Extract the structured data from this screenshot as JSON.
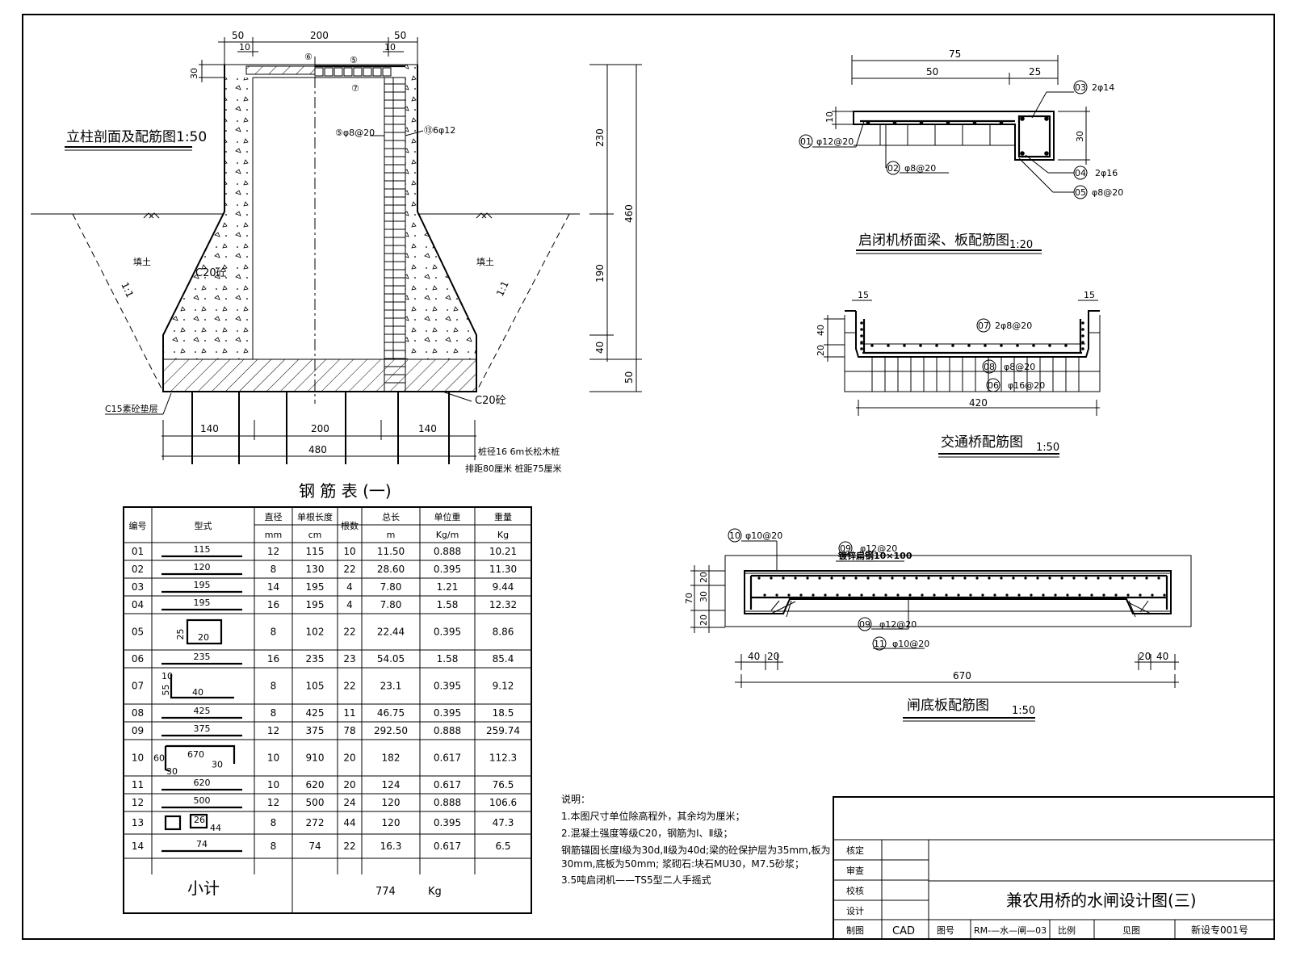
{
  "column_section": {
    "title": "立柱剖面及配筋图1:50",
    "dims_top": [
      "50",
      "200",
      "50"
    ],
    "dims_small": [
      "10",
      "10"
    ],
    "dim_30": "30",
    "rebar_labels": [
      "⑥",
      "⑤",
      "⑦",
      "⑤φ8@20",
      "⑬6φ12"
    ],
    "backfill_left": "填土",
    "backfill_right": "填土",
    "slope_left": "1:1",
    "slope_right": "1:1",
    "concrete_label": "C20砼",
    "concrete_label_base": "C20砼",
    "cushion_label": "C15素砼垫层",
    "dims_bottom": [
      "140",
      "200",
      "140"
    ],
    "dim_total": "480",
    "pile_note1": "桩径16 6m长松木桩",
    "pile_note2": "排距80厘米  桩距75厘米",
    "dims_right": [
      "230",
      "190",
      "40",
      "50"
    ],
    "dim_right_total": "460"
  },
  "beam_detail": {
    "title": "启闭机桥面梁、板配筋图",
    "scale": "1:20",
    "dims": [
      "75",
      "50",
      "25",
      "10",
      "30"
    ],
    "labels": [
      {
        "no": "01",
        "spec": "φ12@20"
      },
      {
        "no": "02",
        "spec": "φ8@20"
      },
      {
        "no": "03",
        "spec": "2φ14"
      },
      {
        "no": "04",
        "spec": "2φ16"
      },
      {
        "no": "05",
        "spec": "φ8@20"
      }
    ]
  },
  "traffic_bridge": {
    "title": "交通桥配筋图",
    "scale": "1:50",
    "dims": [
      "15",
      "15",
      "40",
      "20",
      "420"
    ],
    "labels": [
      {
        "no": "07",
        "spec": "2φ8@20"
      },
      {
        "no": "08",
        "spec": "φ8@20"
      },
      {
        "no": "06",
        "spec": "φ16@20"
      }
    ]
  },
  "floor_slab": {
    "title": "闸底板配筋图",
    "scale": "1:50",
    "dims": [
      "20",
      "70",
      "30",
      "20",
      "40",
      "20",
      "20",
      "40",
      "670"
    ],
    "steel_note": "镀锌扁钢10×100",
    "labels": [
      {
        "no": "10",
        "spec": "φ10@20"
      },
      {
        "no": "09",
        "spec": "φ12@20"
      },
      {
        "no": "09",
        "spec": "φ12@20"
      },
      {
        "no": "11",
        "spec": "φ10@20"
      }
    ]
  },
  "rebar_table": {
    "title": "钢 筋 表 (一)",
    "headers": [
      {
        "top": "编号",
        "bottom": ""
      },
      {
        "top": "型式",
        "bottom": ""
      },
      {
        "top": "直径",
        "bottom": "mm"
      },
      {
        "top": "单根长度",
        "bottom": "cm"
      },
      {
        "top": "根数",
        "bottom": ""
      },
      {
        "top": "总长",
        "bottom": "m"
      },
      {
        "top": "单位重",
        "bottom": "Kg/m"
      },
      {
        "top": "重量",
        "bottom": "Kg"
      }
    ],
    "rows": [
      {
        "no": "01",
        "shape": "115",
        "dia": "12",
        "len": "115",
        "cnt": "10",
        "total": "11.50",
        "unit": "0.888",
        "wt": "10.21"
      },
      {
        "no": "02",
        "shape": "120",
        "dia": "8",
        "len": "130",
        "cnt": "22",
        "total": "28.60",
        "unit": "0.395",
        "wt": "11.30"
      },
      {
        "no": "03",
        "shape": "195",
        "dia": "14",
        "len": "195",
        "cnt": "4",
        "total": "7.80",
        "unit": "1.21",
        "wt": "9.44"
      },
      {
        "no": "04",
        "shape": "195",
        "dia": "16",
        "len": "195",
        "cnt": "4",
        "total": "7.80",
        "unit": "1.58",
        "wt": "12.32"
      },
      {
        "no": "05",
        "shape": "25|20",
        "dia": "8",
        "len": "102",
        "cnt": "22",
        "total": "22.44",
        "unit": "0.395",
        "wt": "8.86"
      },
      {
        "no": "06",
        "shape": "235",
        "dia": "16",
        "len": "235",
        "cnt": "23",
        "total": "54.05",
        "unit": "1.58",
        "wt": "85.4"
      },
      {
        "no": "07",
        "shape": "10|55|40",
        "dia": "8",
        "len": "105",
        "cnt": "22",
        "total": "23.1",
        "unit": "0.395",
        "wt": "9.12"
      },
      {
        "no": "08",
        "shape": "425",
        "dia": "8",
        "len": "425",
        "cnt": "11",
        "total": "46.75",
        "unit": "0.395",
        "wt": "18.5"
      },
      {
        "no": "09",
        "shape": "375",
        "dia": "12",
        "len": "375",
        "cnt": "78",
        "total": "292.50",
        "unit": "0.888",
        "wt": "259.74"
      },
      {
        "no": "10",
        "shape": "60|670|30|30",
        "dia": "10",
        "len": "910",
        "cnt": "20",
        "total": "182",
        "unit": "0.617",
        "wt": "112.3"
      },
      {
        "no": "11",
        "shape": "620",
        "dia": "10",
        "len": "620",
        "cnt": "20",
        "total": "124",
        "unit": "0.617",
        "wt": "76.5"
      },
      {
        "no": "12",
        "shape": "500",
        "dia": "12",
        "len": "500",
        "cnt": "24",
        "total": "120",
        "unit": "0.888",
        "wt": "106.6"
      },
      {
        "no": "13",
        "shape": "26|44",
        "dia": "8",
        "len": "272",
        "cnt": "44",
        "total": "120",
        "unit": "0.395",
        "wt": "47.3"
      },
      {
        "no": "14",
        "shape": "74",
        "dia": "8",
        "len": "74",
        "cnt": "22",
        "total": "16.3",
        "unit": "0.617",
        "wt": "6.5"
      }
    ],
    "subtotal_label": "小计",
    "subtotal_value": "774",
    "subtotal_unit": "Kg"
  },
  "notes": {
    "title": "说明：",
    "lines": [
      "1.本图尺寸单位除高程外，其余均为厘米；",
      "2.混凝土强度等级C20，钢筋为Ⅰ、Ⅱ级；",
      "钢筋锚固长度Ⅰ级为30d,Ⅱ级为40d;梁的砼保护层为35mm,板为",
      "30mm,底板为50mm;     浆砌石:块石MU30，M7.5砂浆；",
      "3.5吨启闭机——TS5型二人手摇式"
    ]
  },
  "title_block": {
    "roles": [
      "核定",
      "审查",
      "校核",
      "设计"
    ],
    "drawing_title": "兼农用桥的水闸设计图(三)",
    "bottom": {
      "draw_label": "制图",
      "draw_value": "CAD",
      "no_label": "图号",
      "no_value": "RM-—水—闸—03",
      "scale_label": "比例",
      "scale_value": "见图",
      "sheet_value": "新设专001号"
    }
  }
}
